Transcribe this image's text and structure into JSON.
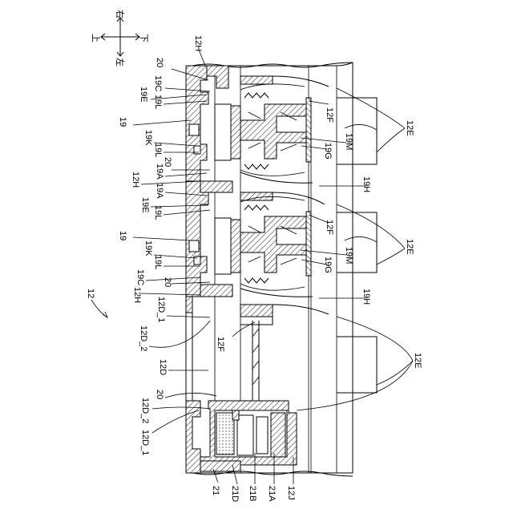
{
  "figure": {
    "ref_main": "12",
    "orientation": {
      "up": "上",
      "down": "下",
      "left": "左",
      "right": "右"
    },
    "labels_left_column": [
      "12H",
      "20",
      "19C",
      "19E",
      "19L",
      "19",
      "19K",
      "19L",
      "20",
      "19A",
      "12H",
      "19A",
      "19E",
      "19L",
      "19",
      "19K",
      "19L",
      "19C",
      "20",
      "12H",
      "12D_1",
      "12D_2",
      "12D",
      "20",
      "12D_2",
      "12D_1"
    ],
    "labels_right_column": [
      "12F",
      "19M",
      "19G",
      "19H",
      "12F",
      "19M",
      "19G",
      "19H",
      "12F"
    ],
    "labels_far_right": [
      "12E",
      "12E",
      "12E"
    ],
    "labels_bottom": [
      "21",
      "21D",
      "21B",
      "21A",
      "12J"
    ]
  },
  "text": {
    "l_12H_top": "12H",
    "l_20_top": "20",
    "l_19C_top": "19C",
    "l_19E_top": "19E",
    "l_19L_a": "19L",
    "l_19_top": "19",
    "l_19K_top": "19K",
    "l_19L_b": "19L",
    "l_20_mid": "20",
    "l_19A_a": "19A",
    "l_12H_mid": "12H",
    "l_19A_b": "19A",
    "l_19E_mid": "19E",
    "l_19L_c": "19L",
    "l_19_mid": "19",
    "l_19K_mid": "19K",
    "l_19L_d": "19L",
    "l_19C_mid": "19C",
    "l_20_low": "20",
    "l_12H_low": "12H",
    "l_12D_1_a": "12D_1",
    "l_12D_2_a": "12D_2",
    "l_12D": "12D",
    "l_20_bot": "20",
    "l_12D_2_b": "12D_2",
    "l_12D_1_b": "12D_1",
    "l_12F_a": "12F",
    "l_19M_a": "19M",
    "l_19G_a": "19G",
    "l_19H_a": "19H",
    "l_12F_b": "12F",
    "l_19M_b": "19M",
    "l_19G_b": "19G",
    "l_19H_b": "19H",
    "l_12F_c": "12F",
    "l_12E_a": "12E",
    "l_12E_b": "12E",
    "l_12E_c": "12E",
    "l_12": "12",
    "l_21": "21",
    "l_21D": "21D",
    "l_21B": "21B",
    "l_21A": "21A",
    "l_12J": "12J",
    "dir_up": "上",
    "dir_down": "下",
    "dir_left": "左",
    "dir_right": "右"
  }
}
